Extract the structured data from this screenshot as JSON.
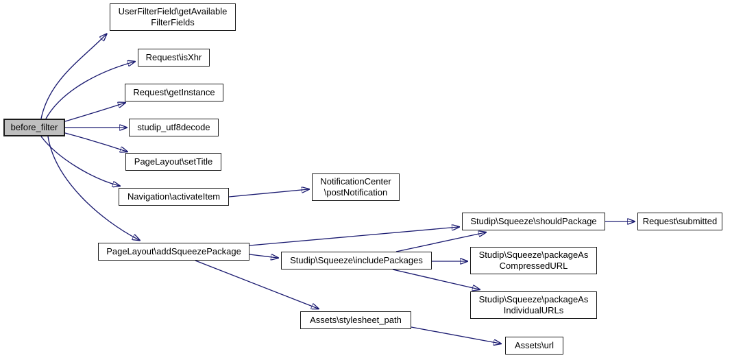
{
  "diagram": {
    "type": "call-graph",
    "colors": {
      "background": "#ffffff",
      "edge": "#1a1a70",
      "node_border": "#1a1a1a",
      "node_fill": "#ffffff",
      "highlight_node_fill": "#bfbfbf",
      "text": "#000000"
    },
    "nodes": {
      "before_filter": {
        "label": "before_filter"
      },
      "get_available_filter_fields": {
        "line1": "UserFilterField\\getAvailable",
        "line2": "FilterFields"
      },
      "is_xhr": {
        "label": "Request\\isXhr"
      },
      "get_instance": {
        "label": "Request\\getInstance"
      },
      "studip_utf8decode": {
        "label": "studip_utf8decode"
      },
      "set_title": {
        "label": "PageLayout\\setTitle"
      },
      "activate_item": {
        "label": "Navigation\\activateItem"
      },
      "post_notification": {
        "line1": "NotificationCenter",
        "line2": "\\postNotification"
      },
      "add_squeeze_package": {
        "label": "PageLayout\\addSqueezePackage"
      },
      "include_packages": {
        "label": "Studip\\Squeeze\\includePackages"
      },
      "should_package": {
        "label": "Studip\\Squeeze\\shouldPackage"
      },
      "submitted": {
        "label": "Request\\submitted"
      },
      "package_as_compressed_url": {
        "line1": "Studip\\Squeeze\\packageAs",
        "line2": "CompressedURL"
      },
      "package_as_individual_urls": {
        "line1": "Studip\\Squeeze\\packageAs",
        "line2": "IndividualURLs"
      },
      "stylesheet_path": {
        "label": "Assets\\stylesheet_path"
      },
      "assets_url": {
        "label": "Assets\\url"
      }
    },
    "edges": [
      {
        "from": "before_filter",
        "to": "get_available_filter_fields"
      },
      {
        "from": "before_filter",
        "to": "is_xhr"
      },
      {
        "from": "before_filter",
        "to": "get_instance"
      },
      {
        "from": "before_filter",
        "to": "studip_utf8decode"
      },
      {
        "from": "before_filter",
        "to": "set_title"
      },
      {
        "from": "before_filter",
        "to": "activate_item"
      },
      {
        "from": "before_filter",
        "to": "add_squeeze_package"
      },
      {
        "from": "activate_item",
        "to": "post_notification"
      },
      {
        "from": "add_squeeze_package",
        "to": "should_package"
      },
      {
        "from": "add_squeeze_package",
        "to": "include_packages"
      },
      {
        "from": "add_squeeze_package",
        "to": "stylesheet_path"
      },
      {
        "from": "include_packages",
        "to": "should_package"
      },
      {
        "from": "include_packages",
        "to": "package_as_compressed_url"
      },
      {
        "from": "include_packages",
        "to": "package_as_individual_urls"
      },
      {
        "from": "should_package",
        "to": "submitted"
      },
      {
        "from": "stylesheet_path",
        "to": "assets_url"
      }
    ]
  }
}
